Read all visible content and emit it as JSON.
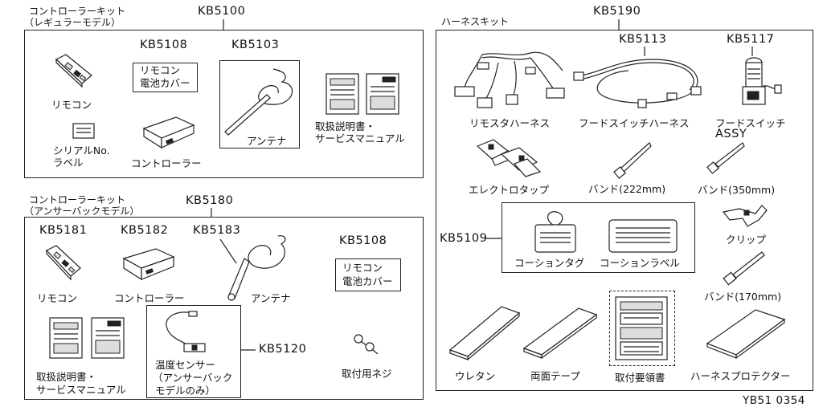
{
  "kit_regular": {
    "header_line1": "コントローラーキット",
    "header_line2": "（レギュラーモデル）",
    "code": "KB5100",
    "remocon": {
      "label": "リモコン"
    },
    "battery_cover": {
      "code": "KB5108",
      "line1": "リモコン",
      "line2": "電池カバー"
    },
    "antenna": {
      "code": "KB5103",
      "label": "アンテナ"
    },
    "manual": {
      "line1": "取扱説明書・",
      "line2": "サービスマニュアル"
    },
    "serial_label": {
      "line1": "シリアルNo.",
      "line2": "ラベル"
    },
    "controller": {
      "label": "コントローラー"
    }
  },
  "kit_answerback": {
    "header_line1": "コントローラーキット",
    "header_line2": "（アンサーバックモデル）",
    "code": "KB5180",
    "remocon": {
      "code": "KB5181",
      "label": "リモコン"
    },
    "controller": {
      "code": "KB5182",
      "label": "コントローラー"
    },
    "antenna": {
      "code": "KB5183",
      "label": "アンテナ"
    },
    "battery_cover": {
      "code": "KB5108",
      "line1": "リモコン",
      "line2": "電池カバー"
    },
    "manual": {
      "line1": "取扱説明書・",
      "line2": "サービスマニュアル"
    },
    "temp_sensor": {
      "code": "KB5120",
      "line1": "温度センサー",
      "line2": "（アンサーバック",
      "line3": "モデルのみ）"
    },
    "screw": {
      "label": "取付用ネジ"
    }
  },
  "harness_kit": {
    "header": "ハーネスキット",
    "code": "KB5190",
    "remosta_harness": {
      "label": "リモスタハーネス"
    },
    "hood_switch_harness": {
      "code": "KB5113",
      "label": "フードスイッチハーネス"
    },
    "hood_switch_assy": {
      "code": "KB5117",
      "line1": "フードスイッチ",
      "line2": "ASSY"
    },
    "electro_tap": {
      "label": "エレクトロタップ"
    },
    "band_222": {
      "label": "バンド(222mm)"
    },
    "band_350": {
      "label": "バンド(350mm)"
    },
    "caution_group": {
      "code": "KB5109"
    },
    "caution_tag": {
      "label": "コーションタグ"
    },
    "caution_label": {
      "label": "コーションラベル"
    },
    "clip": {
      "label": "クリップ"
    },
    "band_170": {
      "label": "バンド(170mm)"
    },
    "urethane": {
      "label": "ウレタン"
    },
    "double_tape": {
      "label": "両面テープ"
    },
    "install_guide": {
      "label": "取付要領書"
    },
    "harness_protector": {
      "label": "ハーネスプロテクター"
    }
  },
  "figure_id": "YB51 0354"
}
